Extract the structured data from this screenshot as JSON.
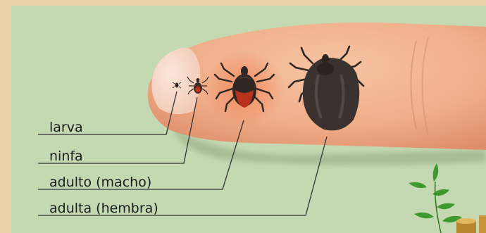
{
  "labels": {
    "larva": "larva",
    "ninfa": "ninfa",
    "adulto_macho": "adulto (macho)",
    "adulta_hembra": "adulta (hembra)"
  },
  "colors": {
    "background_frame": "#e9d3a6",
    "panel": "#c4d8b2",
    "skin": "#f2b08c",
    "tick_body": "#2e2724",
    "tick_red": "#b8321c",
    "leaf": "#3e9a2e",
    "leader_line": "#333333"
  },
  "icons": [
    "finger-illustration",
    "tick-larva-icon",
    "tick-nymph-icon",
    "tick-male-icon",
    "tick-female-icon",
    "leaf-icon",
    "tree-stump-icon"
  ]
}
